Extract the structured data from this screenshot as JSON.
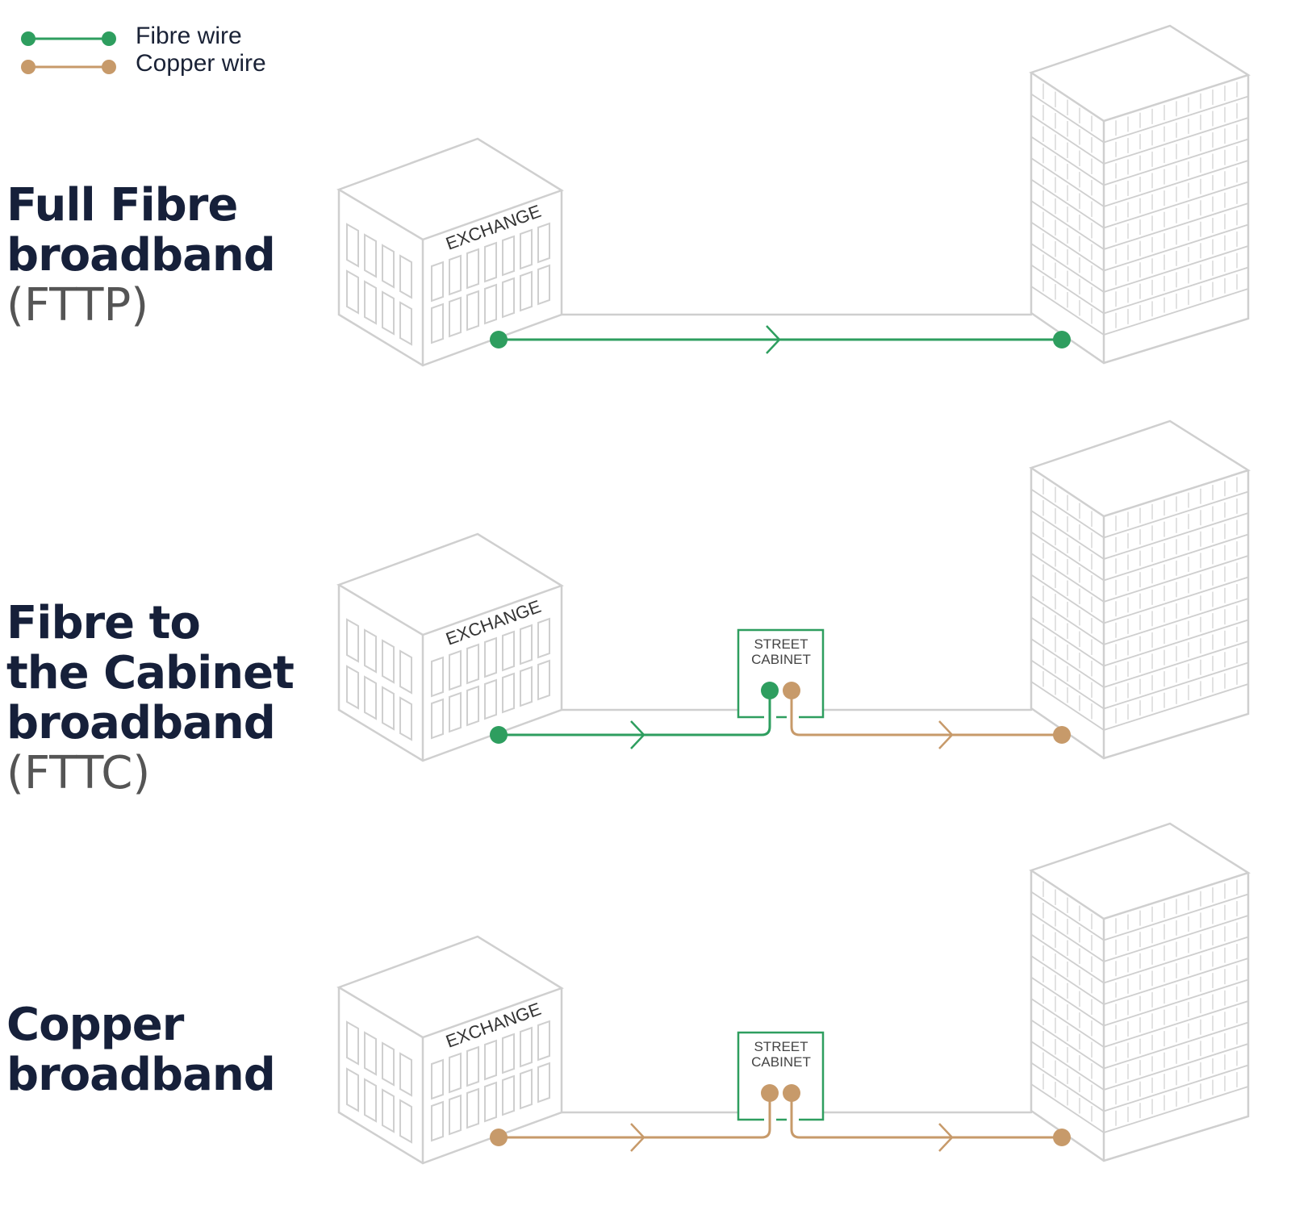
{
  "legend": [
    {
      "label": "Fibre wire",
      "color": "#2e9e5f"
    },
    {
      "label": "Copper wire",
      "color": "#c79a6a"
    }
  ],
  "colors": {
    "outline": "#cfcfcf",
    "fibre": "#2e9e5f",
    "copper": "#c79a6a",
    "title": "#16203a"
  },
  "exchange_label": "EXCHANGE",
  "cabinet_label": [
    "STREET",
    "CABINET"
  ],
  "rows": [
    {
      "title_lines": [
        "Full Fibre",
        "broadband"
      ],
      "subtitle": "(FTTP)",
      "cabinet": false,
      "to_cabinet": "fibre",
      "to_home": "fibre"
    },
    {
      "title_lines": [
        "Fibre to",
        "the Cabinet",
        "broadband"
      ],
      "subtitle": "(FTTC)",
      "cabinet": true,
      "to_cabinet": "fibre",
      "to_home": "copper"
    },
    {
      "title_lines": [
        "Copper",
        "broadband"
      ],
      "subtitle": "",
      "cabinet": true,
      "to_cabinet": "copper",
      "to_home": "copper"
    }
  ]
}
